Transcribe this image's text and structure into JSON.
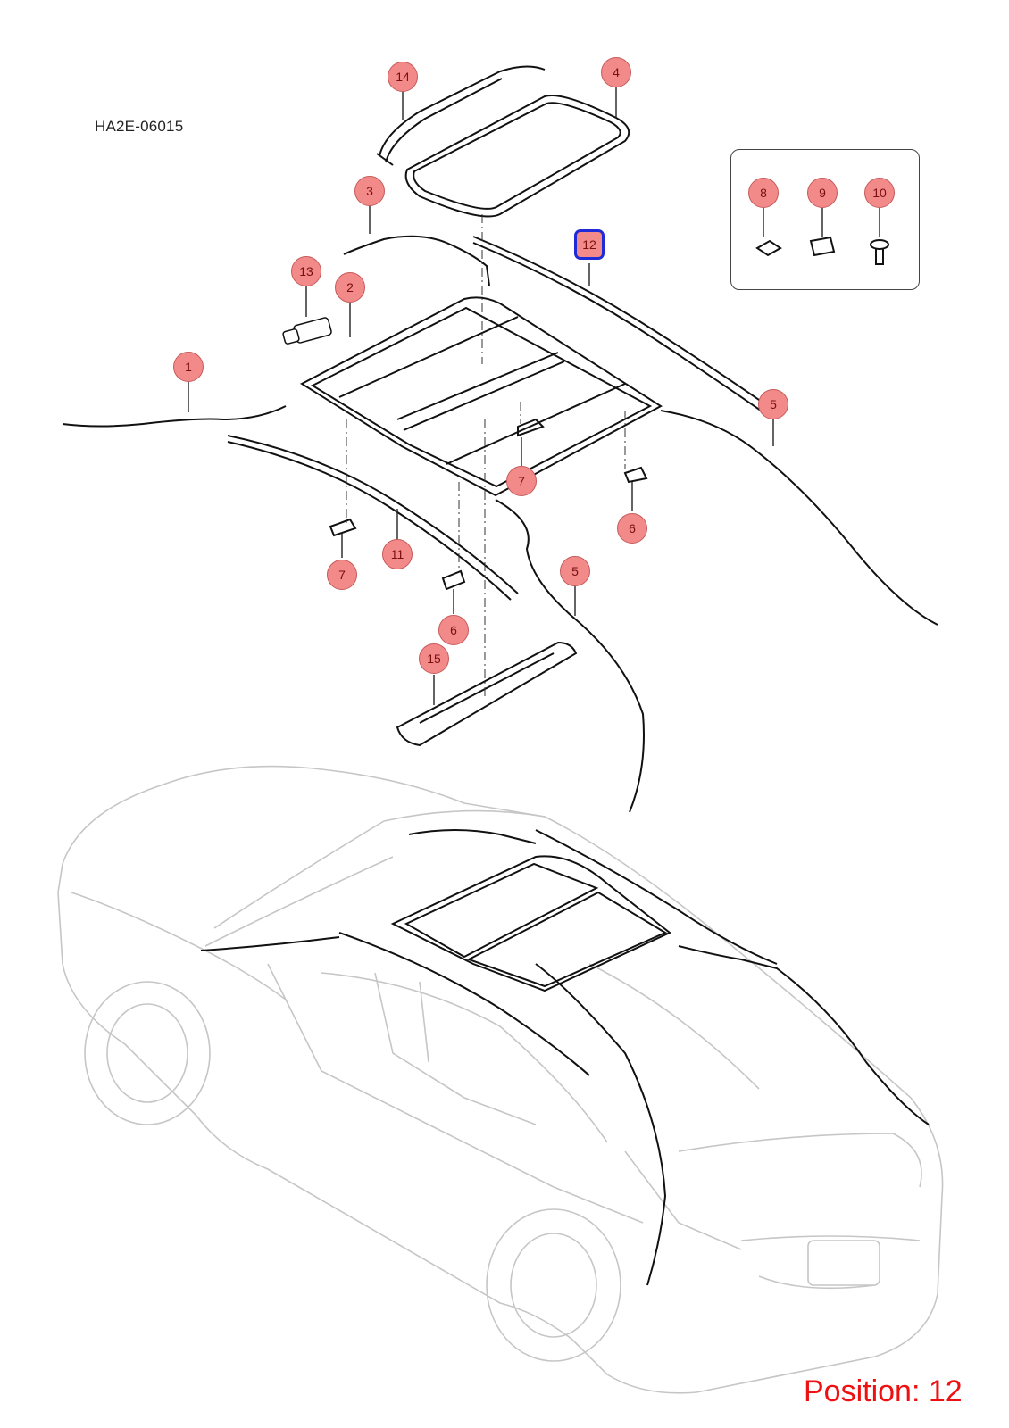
{
  "diagram_code": "HA2E-06015",
  "position_text": "Position: 12",
  "selected_callout": "12",
  "colors": {
    "callout_fill": "#f38a8a",
    "selected_border": "#1f2bd6",
    "position_text": "#ee1111",
    "car_outline": "#c6c6c6"
  },
  "callouts": [
    {
      "label": "14"
    },
    {
      "label": "4"
    },
    {
      "label": "3"
    },
    {
      "label": "12"
    },
    {
      "label": "13"
    },
    {
      "label": "2"
    },
    {
      "label": "1"
    },
    {
      "label": "5"
    },
    {
      "label": "7"
    },
    {
      "label": "6"
    },
    {
      "label": "11"
    },
    {
      "label": "7"
    },
    {
      "label": "6"
    },
    {
      "label": "5"
    },
    {
      "label": "15"
    },
    {
      "label": "8"
    },
    {
      "label": "9"
    },
    {
      "label": "10"
    }
  ]
}
